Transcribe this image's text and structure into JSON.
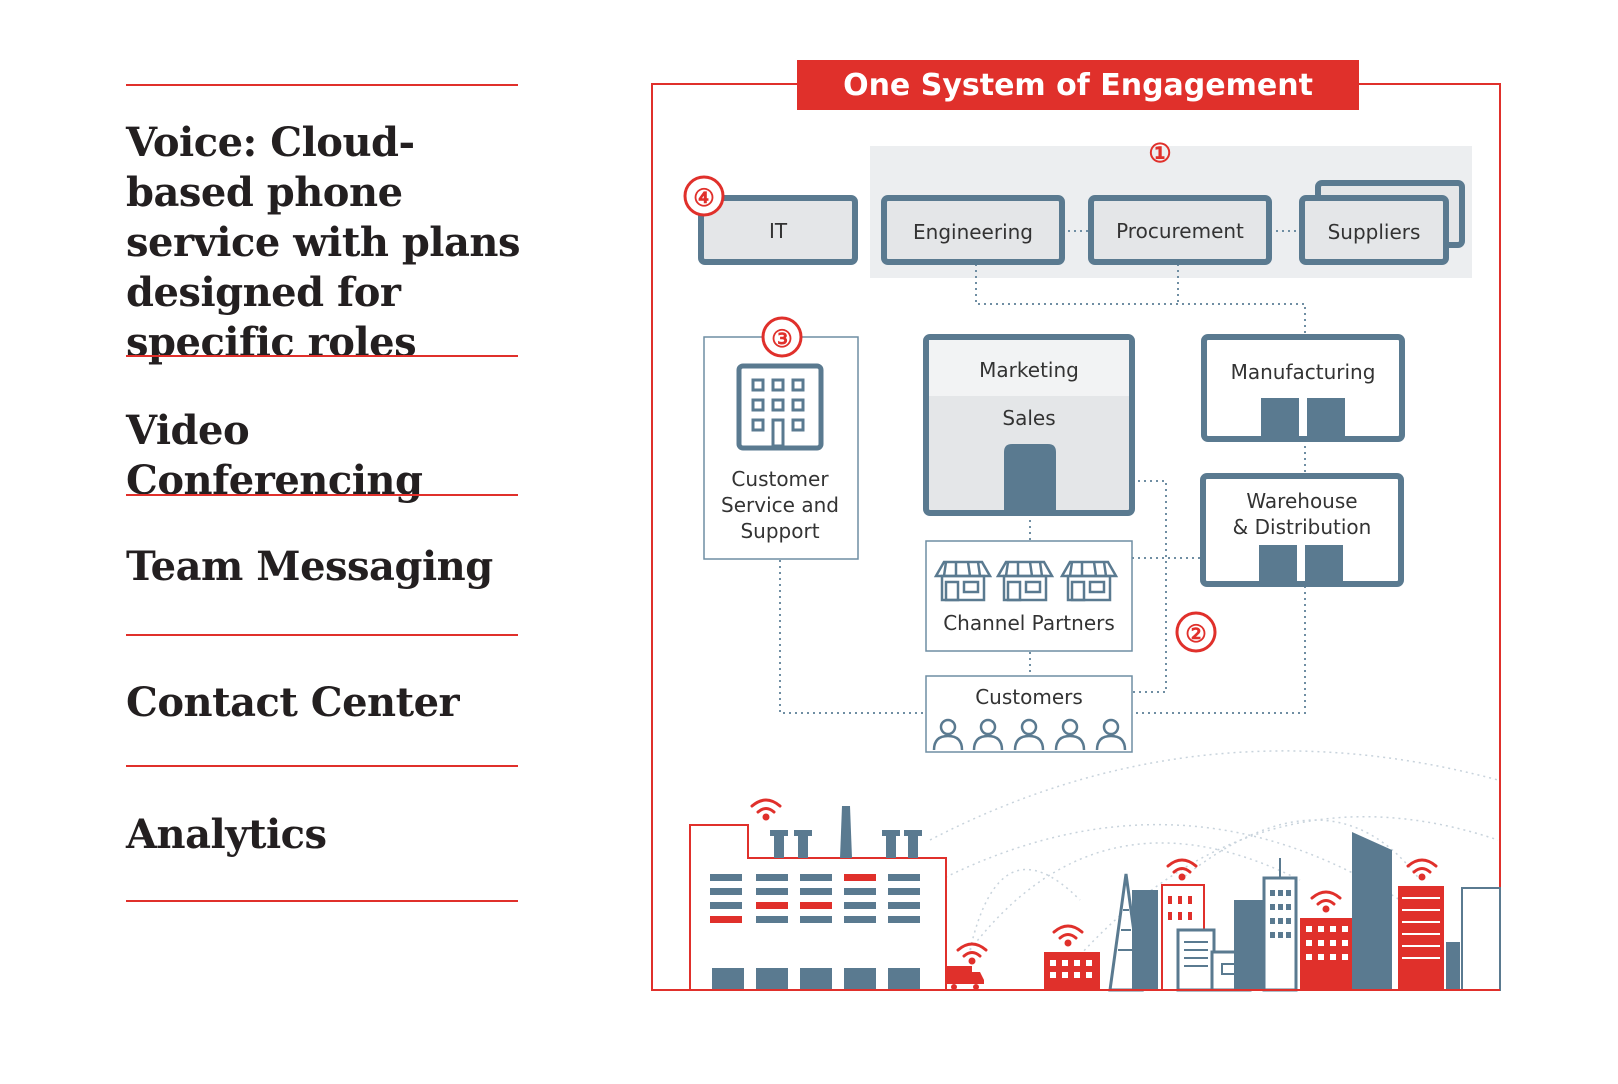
{
  "features": [
    {
      "label": "Voice: Cloud-based phone service with plans designed for specific roles"
    },
    {
      "label": "Video Conferencing"
    },
    {
      "label": "Team Messaging"
    },
    {
      "label": "Contact Center"
    },
    {
      "label": "Analytics"
    }
  ],
  "diagram": {
    "title": "One System of Engagement",
    "markers": {
      "one": "①",
      "two": "②",
      "three": "③",
      "four": "④"
    },
    "boxes": {
      "it": "IT",
      "engineering": "Engineering",
      "procurement": "Procurement",
      "suppliers": "Suppliers",
      "customer_service_1": "Customer",
      "customer_service_2": "Service and",
      "customer_service_3": "Support",
      "marketing": "Marketing",
      "sales": "Sales",
      "manufacturing": "Manufacturing",
      "warehouse_1": "Warehouse",
      "warehouse_2": "& Distribution",
      "channel_partners": "Channel Partners",
      "customers": "Customers"
    },
    "colors": {
      "accent": "#e0302b",
      "slate": "#5a7a90",
      "panel": "#e4e6e8",
      "dots": "#6f8ea3"
    }
  }
}
